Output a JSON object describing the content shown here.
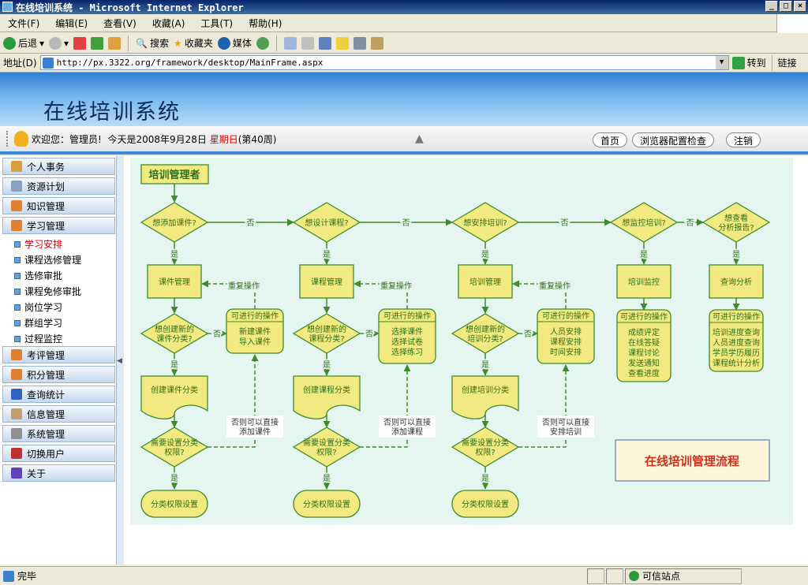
{
  "window": {
    "title": "在线培训系统 - Microsoft Internet Explorer",
    "min": "_",
    "max": "□",
    "close": "×"
  },
  "menu": [
    "文件(F)",
    "编辑(E)",
    "查看(V)",
    "收藏(A)",
    "工具(T)",
    "帮助(H)"
  ],
  "toolbar": {
    "back": "后退",
    "search": "搜索",
    "favorites": "收藏夹",
    "media": "媒体"
  },
  "address": {
    "label": "地址(D)",
    "url": "http://px.3322.org/framework/desktop/MainFrame.aspx",
    "go": "转到",
    "links": "链接"
  },
  "banner": {
    "title": "在线培训系统"
  },
  "info": {
    "welcome": "欢迎您：管理员!",
    "today": "今天是2008年9月28日",
    "weekday": "星期日",
    "week": "(第40周)"
  },
  "header_buttons": [
    "首页",
    "浏览器配置检查",
    "注销"
  ],
  "sidebar": {
    "groups_top": [
      {
        "label": "个人事务",
        "color": "#d8a040"
      },
      {
        "label": "资源计划",
        "color": "#8aa0c0"
      },
      {
        "label": "知识管理",
        "color": "#e08030"
      },
      {
        "label": "学习管理",
        "color": "#e08030"
      }
    ],
    "sub_items": [
      "学习安排",
      "课程选修管理",
      "选修审批",
      "课程免修审批",
      "岗位学习",
      "群组学习",
      "过程监控"
    ],
    "active_sub": "学习安排",
    "groups_bottom": [
      {
        "label": "考评管理",
        "color": "#e08030"
      },
      {
        "label": "积分管理",
        "color": "#e08030"
      },
      {
        "label": "查询统计",
        "color": "#3060c0"
      },
      {
        "label": "信息管理",
        "color": "#c0a070"
      },
      {
        "label": "系统管理",
        "color": "#909090"
      },
      {
        "label": "切换用户",
        "color": "#c03030"
      },
      {
        "label": "关于",
        "color": "#6040c0"
      }
    ]
  },
  "flow": {
    "start": "培训管理者",
    "no": "否",
    "yes": "是",
    "repeat": "重复操作",
    "ops_title": "可进行的操作",
    "legend": "在线培训管理流程",
    "colors": {
      "bg": "#e4f6ef",
      "fill": "#f2ea80",
      "stroke": "#3f8a2a",
      "text": "#2f6e1a",
      "legend": "#d03020"
    },
    "cols": [
      {
        "q": [
          "想添加课件?"
        ],
        "mgmt": "课件管理",
        "q2": [
          "想创建新的",
          "课件分类?"
        ],
        "ops": [
          "新建课件",
          "导入课件"
        ],
        "doc": "创建课件分类",
        "q3": [
          "需要设置分类",
          "权限?"
        ],
        "note": [
          "否则可以直接",
          "添加课件"
        ],
        "end": "分类权限设置"
      },
      {
        "q": [
          "想设计课程?"
        ],
        "mgmt": "课程管理",
        "q2": [
          "想创建新的",
          "课程分类?"
        ],
        "ops": [
          "选择课件",
          "选择试卷",
          "选择练习"
        ],
        "doc": "创建课程分类",
        "q3": [
          "需要设置分类",
          "权限?"
        ],
        "note": [
          "否则可以直接",
          "添加课程"
        ],
        "end": "分类权限设置"
      },
      {
        "q": [
          "想安排培训?"
        ],
        "mgmt": "培训管理",
        "q2": [
          "想创建新的",
          "培训分类?"
        ],
        "ops": [
          "人员安排",
          "课程安排",
          "时间安排"
        ],
        "doc": "创建培训分类",
        "q3": [
          "需要设置分类",
          "权限?"
        ],
        "note": [
          "否则可以直接",
          "安排培训"
        ],
        "end": "分类权限设置"
      },
      {
        "q": [
          "想监控培训?"
        ],
        "mgmt": "培训监控",
        "ops": [
          "成绩评定",
          "在线答疑",
          "课程讨论",
          "发送通知",
          "查看进度"
        ]
      },
      {
        "q": [
          "想查看",
          "分析报告?"
        ],
        "mgmt": "查询分析",
        "ops": [
          "培训进度查询",
          "人员进度查询",
          "学员学历履历",
          "课程统计分析"
        ]
      }
    ]
  },
  "status": {
    "text": "完毕",
    "zone": "可信站点"
  }
}
